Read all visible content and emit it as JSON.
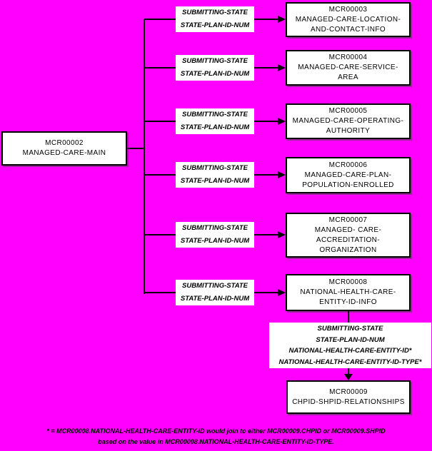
{
  "diagram": {
    "background_color": "#FF00FF",
    "main": {
      "id": "MCR00002",
      "name": "MANAGED-CARE-MAIN"
    },
    "relationships": [
      {
        "label": "SUBMITTING-STATE\nSTATE-PLAN-ID-NUM",
        "target_id": "MCR00003",
        "target_name": "MANAGED-CARE-LOCATION-\nAND-CONTACT-INFO"
      },
      {
        "label": "SUBMITTING-STATE\nSTATE-PLAN-ID-NUM",
        "target_id": "MCR00004",
        "target_name": "MANAGED-CARE-SERVICE-\nAREA"
      },
      {
        "label": "SUBMITTING-STATE\nSTATE-PLAN-ID-NUM",
        "target_id": "MCR00005",
        "target_name": "MANAGED-CARE-OPERATING-\nAUTHORITY"
      },
      {
        "label": "SUBMITTING-STATE\nSTATE-PLAN-ID-NUM",
        "target_id": "MCR00006",
        "target_name": "MANAGED-CARE-PLAN-\nPOPULATION-ENROLLED"
      },
      {
        "label": "SUBMITTING-STATE\nSTATE-PLAN-ID-NUM",
        "target_id": "MCR00007",
        "target_name": "MANAGED- CARE-\nACCREDITATION-\nORGANIZATION"
      },
      {
        "label": "SUBMITTING-STATE\nSTATE-PLAN-ID-NUM",
        "target_id": "MCR00008",
        "target_name": "NATIONAL-HEALTH-CARE-\nENTITY-ID-INFO"
      }
    ],
    "sub_relationship": {
      "label": "SUBMITTING-STATE\nSTATE-PLAN-ID-NUM\nNATIONAL-HEALTH-CARE-ENTITY-ID*\nNATIONAL-HEALTH-CARE-ENTITY-ID-TYPE*",
      "target_id": "MCR00009",
      "target_name": "CHPID-SHPID-RELATIONSHIPS"
    },
    "footnote": "* = MCR00008.NATIONAL-HEALTH-CARE-ENTITY-ID would join to either MCR00009.CHPID or MCR00009.SHPID\nbased on the value in MCR00008.NATIONAL-HEALTH-CARE-ENTITY-ID-TYPE."
  }
}
